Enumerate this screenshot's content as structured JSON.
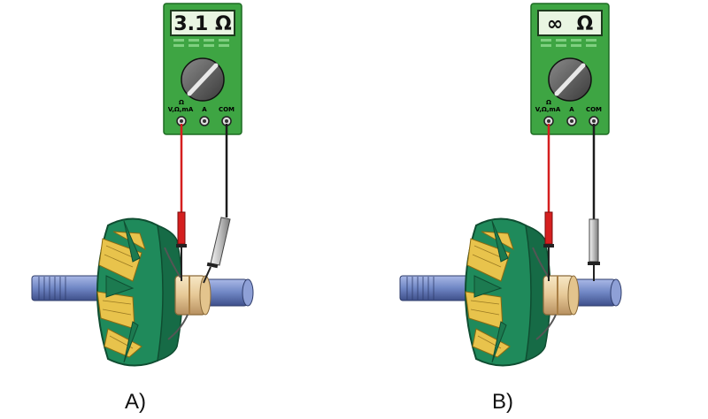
{
  "panels": [
    {
      "id": "a",
      "reading": "3.1 Ω",
      "caption": "A)",
      "jacks": {
        "omega_symbol": "Ω",
        "voltage": "V,Ω,mA",
        "amp": "A",
        "com": "COM"
      },
      "probe_black_on": "slip-ring"
    },
    {
      "id": "b",
      "reading": "∞  Ω",
      "caption": "B)",
      "jacks": {
        "omega_symbol": "Ω",
        "voltage": "V,Ω,mA",
        "amp": "A",
        "com": "COM"
      },
      "probe_black_on": "shaft"
    }
  ],
  "colors": {
    "meter_body": "#3ea543",
    "rotor_green": "#1f8a5b",
    "winding_yellow": "#e8c34c",
    "shaft_blue": "#6f86c4",
    "slip_ring": "#f0d7a4",
    "probe_red": "#d51f1f",
    "probe_black": "#1c1c1c"
  }
}
